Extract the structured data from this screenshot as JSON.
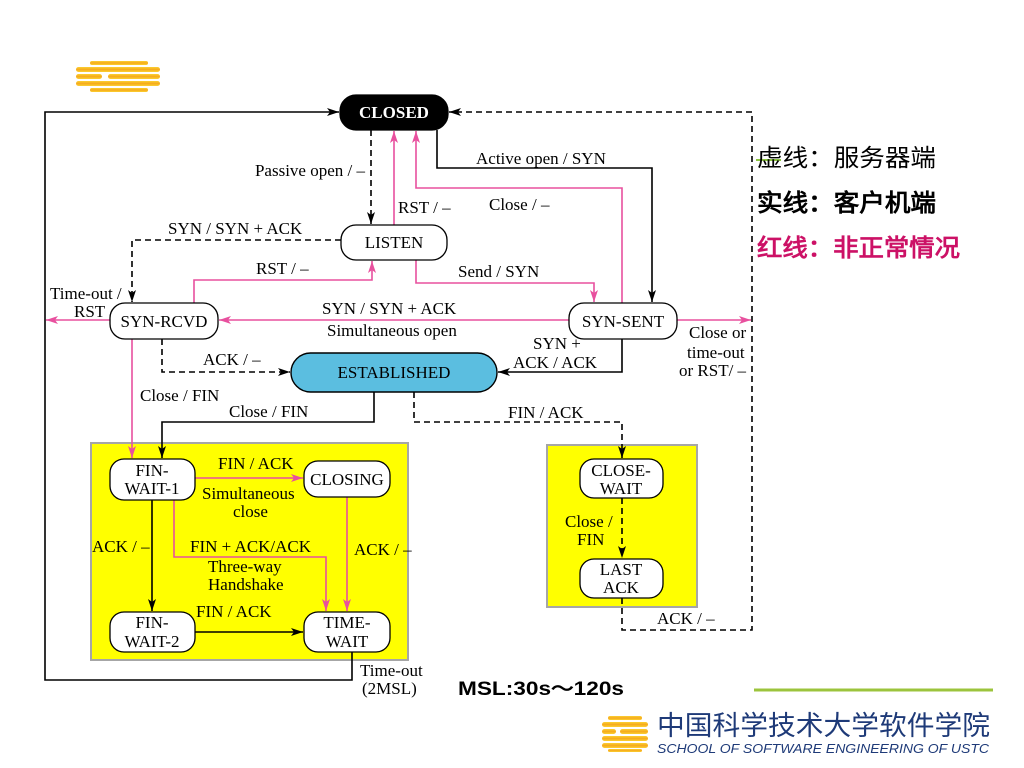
{
  "icons": {
    "header_logo": "ustc-sse-logo-icon",
    "footer_logo": "ustc-sse-logo-icon"
  },
  "colors": {
    "abnormal_line": "#e8509e",
    "established_fill": "#5bbee0",
    "highlight_fill": "#ffff00",
    "legend_abnormal_text": "#cc1166",
    "footer_text": "#1e3a78",
    "footer_rule": "#9cc43c"
  },
  "diagram": {
    "states": {
      "closed": "CLOSED",
      "listen": "LISTEN",
      "syn_rcvd": "SYN-RCVD",
      "syn_sent": "SYN-SENT",
      "established": "ESTABLISHED",
      "fin_wait_1": [
        "FIN-",
        "WAIT-1"
      ],
      "closing": "CLOSING",
      "fin_wait_2": [
        "FIN-",
        "WAIT-2"
      ],
      "time_wait": [
        "TIME-",
        "WAIT"
      ],
      "close_wait": [
        "CLOSE-",
        "WAIT"
      ],
      "last_ack": [
        "LAST",
        "ACK"
      ]
    },
    "transitions": {
      "passive_open": "Passive open / –",
      "listen_rst": "RST / –",
      "syn_sent_close": "Close / –",
      "active_open": "Active open / SYN",
      "listen_syn": "SYN / SYN + ACK",
      "syn_rcvd_rst": "RST / –",
      "send_syn": "Send / SYN",
      "syn_rcvd_timeout": [
        "Time-out /",
        "RST"
      ],
      "simultaneous_open": [
        "SYN / SYN + ACK",
        "Simultaneous open"
      ],
      "syn_sent_synack": [
        "SYN +",
        "ACK / ACK"
      ],
      "syn_sent_abort": [
        "Close or",
        "time-out",
        "or RST/ –"
      ],
      "syn_rcvd_ack": "ACK / –",
      "syn_rcvd_close": "Close / FIN",
      "established_close": "Close / FIN",
      "established_fin": "FIN / ACK",
      "simultaneous_close": [
        "FIN / ACK",
        "Simultaneous",
        "close"
      ],
      "fin_wait_1_ack": "ACK / –",
      "three_way_handshake": [
        "FIN + ACK/ACK",
        "Three-way",
        "Handshake"
      ],
      "closing_ack": "ACK / –",
      "fin_wait_2_fin": "FIN / ACK",
      "close_wait_close": [
        "Close /",
        "FIN"
      ],
      "last_ack_ack": "ACK / –",
      "time_wait_timeout": [
        "Time-out",
        "(2MSL)"
      ]
    }
  },
  "legend": [
    {
      "text": "虚线：服务器端"
    },
    {
      "text": "实线：客户机端"
    },
    {
      "text": "红线：非正常情况"
    }
  ],
  "note": "MSL:30s～120s",
  "footer": {
    "school_cn": "中国科学技术大学软件学院",
    "school_en": "SCHOOL OF SOFTWARE ENGINEERING OF USTC"
  }
}
